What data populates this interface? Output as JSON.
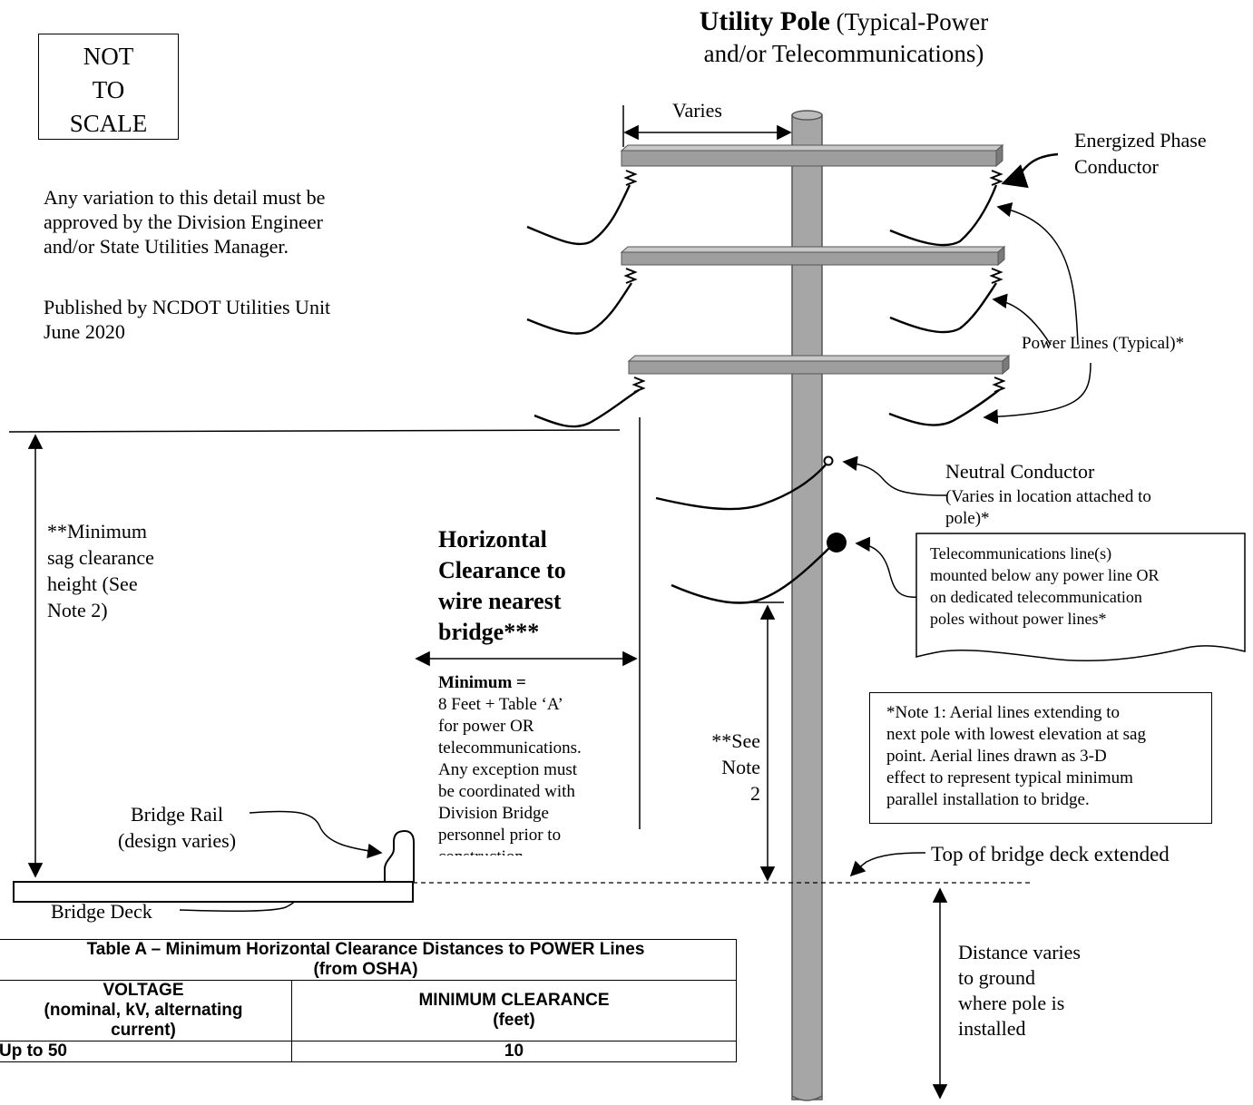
{
  "not_to_scale": [
    "NOT",
    "TO",
    "SCALE"
  ],
  "title": {
    "bold": "Utility Pole",
    "rest_line1": " (Typical-Power",
    "line2": "and/or Telecommunications)"
  },
  "variation_note": [
    "Any variation to this detail must be",
    "approved by the Division Engineer",
    "and/or State Utilities Manager."
  ],
  "published": [
    "Published by NCDOT Utilities Unit",
    "June 2020"
  ],
  "labels": {
    "varies": "Varies",
    "energized_phase": [
      "Energized Phase",
      "Conductor"
    ],
    "power_lines": "Power Lines (Typical)*",
    "neutral_conductor": "Neutral Conductor",
    "neutral_note": [
      "(Varies in location attached to",
      "pole)*"
    ],
    "telecom": [
      "Telecommunications line(s)",
      "mounted below any power line OR",
      "on dedicated telecommunication",
      "poles without power lines*"
    ],
    "min_sag": [
      "**Minimum",
      "sag clearance",
      "height (See",
      "Note 2)"
    ],
    "see_note2": [
      "**See",
      "Note",
      "2"
    ],
    "bridge_rail": [
      "Bridge Rail",
      "(design varies)"
    ],
    "bridge_deck": "Bridge Deck",
    "top_of_deck": "Top of bridge deck extended",
    "distance_varies": [
      "Distance varies",
      "to ground",
      "where pole is",
      "installed"
    ]
  },
  "note1": [
    "*Note 1: Aerial lines extending to",
    "next pole with lowest elevation at sag",
    "point. Aerial lines drawn as 3-D",
    "effect to represent typical minimum",
    "parallel installation to bridge."
  ],
  "horizontal_clearance": {
    "title": [
      "Horizontal",
      "Clearance to",
      "wire nearest",
      "bridge***"
    ],
    "minimum_label": "Minimum =",
    "body": [
      "8 Feet + Table ‘A’",
      "for power OR",
      "telecommunications.",
      "Any exception must",
      "be coordinated with",
      "Division Bridge",
      "personnel prior to",
      "construction."
    ]
  },
  "table_a": {
    "title": [
      "Table A – Minimum Horizontal Clearance Distances to POWER Lines",
      "(from OSHA)"
    ],
    "headers": [
      [
        "VOLTAGE",
        "(nominal, kV, alternating",
        "current)"
      ],
      [
        "MINIMUM CLEARANCE",
        "(feet)"
      ]
    ],
    "rows": [
      [
        "Up to 50",
        "10"
      ]
    ]
  }
}
